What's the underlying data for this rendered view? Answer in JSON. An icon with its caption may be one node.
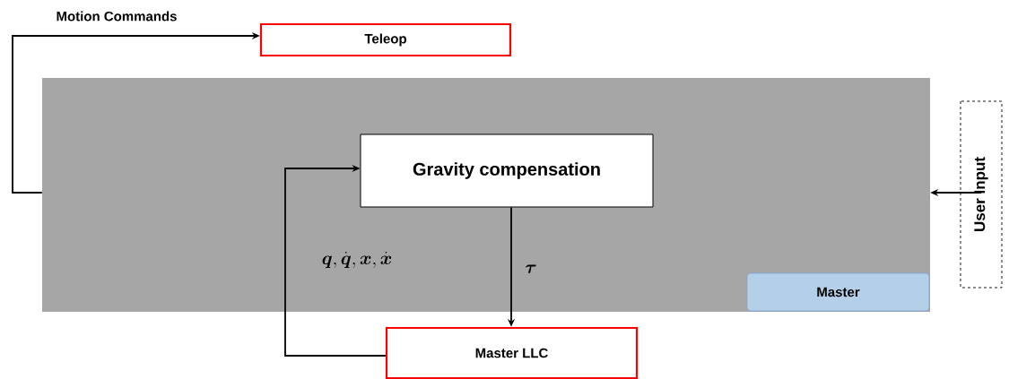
{
  "diagram": {
    "nodes": [
      {
        "text": [
          "Teleop"
        ]
      },
      {
        "text": [],
        "shape": "box"
      },
      {
        "text": [
          "Gravity compensation"
        ],
        "in": 1
      },
      {
        "text": [
          "Master"
        ],
        "in": 1
      },
      {
        "text": [
          "Master LLC"
        ]
      },
      {
        "text": [
          "User Input"
        ]
      }
    ],
    "edges": [
      {
        "from": 1,
        "to": 0,
        "arrow": "to",
        "label": "Motion Commands"
      },
      {
        "from": 4,
        "to": 2,
        "arrow": "to",
        "label": "\\boldsymbol{q}, \\dot{\\boldsymbol{q}}, \\boldsymbol{x}, \\dot{\\boldsymbol{x}}"
      },
      {
        "from": 2,
        "to": 4,
        "arrow": "to",
        "label": "\\boldsymbol{\\tau}"
      },
      {
        "from": 5,
        "to": 1,
        "arrow": "to"
      }
    ]
  }
}
